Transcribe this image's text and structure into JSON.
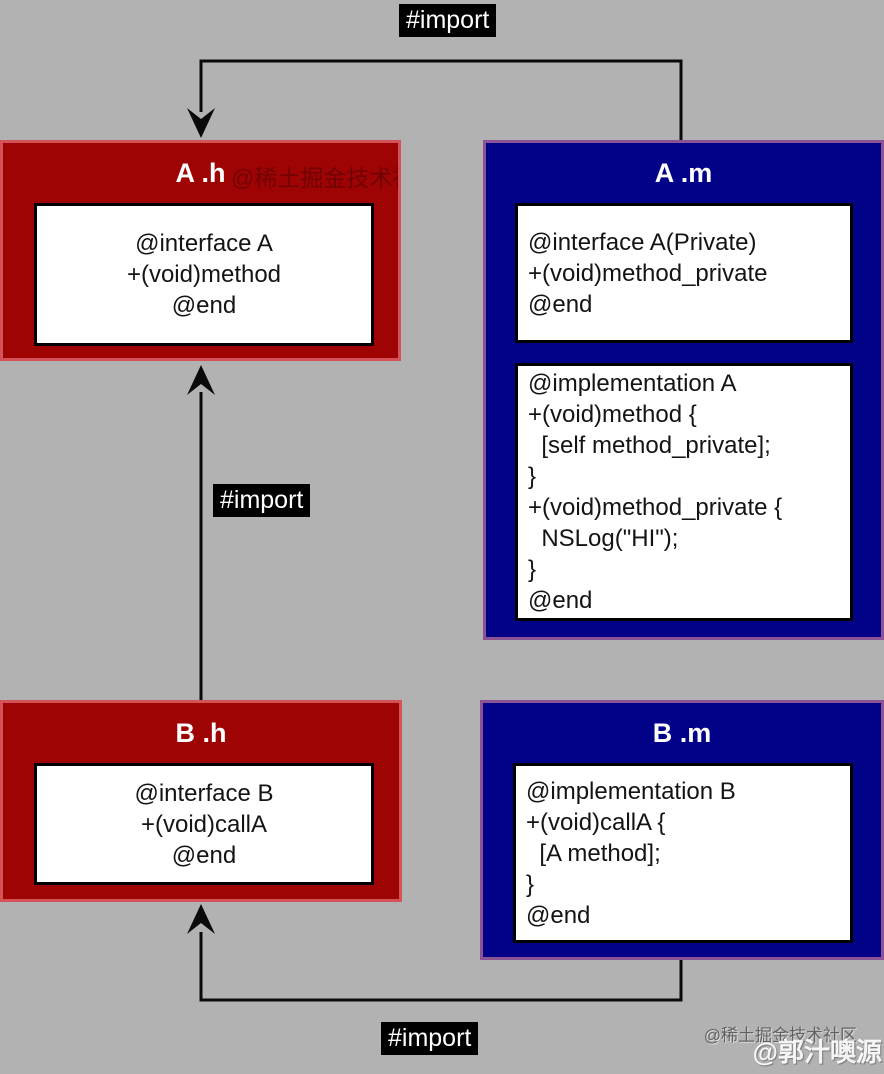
{
  "labels": {
    "import_top": "#import",
    "import_middle": "#import",
    "import_bottom": "#import"
  },
  "boxes": {
    "a_h": {
      "title": "A .h",
      "code": "@interface A\n+(void)method\n@end"
    },
    "a_m": {
      "title": "A .m",
      "interface_code": "@interface A(Private)\n+(void)method_private\n@end",
      "implementation_code": "@implementation A\n+(void)method {\n  [self method_private];\n}\n+(void)method_private {\n  NSLog(\"HI\");\n}\n@end"
    },
    "b_h": {
      "title": "B .h",
      "code": "@interface B\n+(void)callA\n@end"
    },
    "b_m": {
      "title": "B .m",
      "code": "@implementation B\n+(void)callA {\n  [A method];\n}\n@end"
    }
  },
  "watermarks": {
    "community": "@稀土掘金技术社区",
    "author": "@郭汁噢源",
    "header_echo": "@稀土掘金技术社区"
  },
  "colors": {
    "background": "#b2b2b2",
    "header_file_red": "#9e0404",
    "impl_file_blue": "#020289",
    "box_border_pink": "#c87684",
    "import_label_bg": "#000000",
    "import_label_text": "#ffffff",
    "code_box_bg": "#ffffff",
    "code_box_border": "#000000",
    "connector_black": "#0a0a0a"
  }
}
